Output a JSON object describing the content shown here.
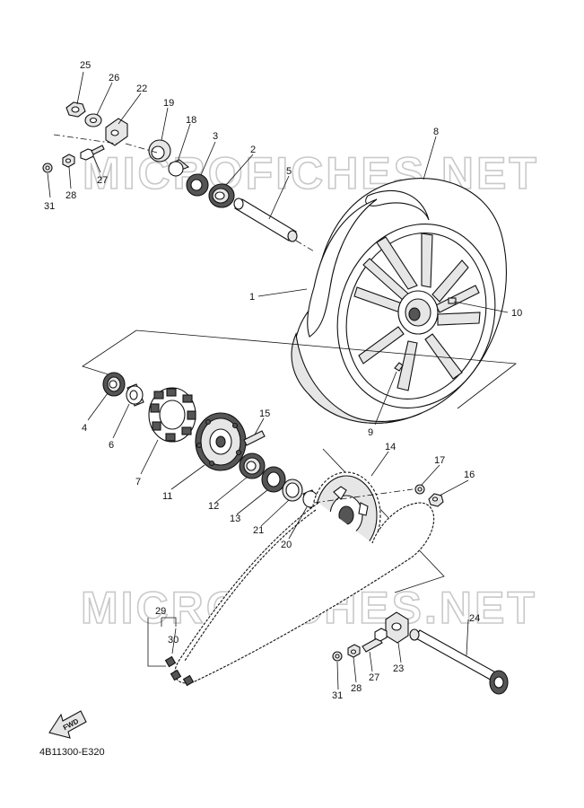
{
  "watermark": "MICROFICHES.NET",
  "diagram_code": "4B11300-E320",
  "fwd_label": "FWD",
  "callouts": [
    {
      "id": "c25",
      "text": "25"
    },
    {
      "id": "c26",
      "text": "26"
    },
    {
      "id": "c22",
      "text": "22"
    },
    {
      "id": "c19",
      "text": "19"
    },
    {
      "id": "c18",
      "text": "18"
    },
    {
      "id": "c3",
      "text": "3"
    },
    {
      "id": "c2",
      "text": "2"
    },
    {
      "id": "c5",
      "text": "5"
    },
    {
      "id": "c8",
      "text": "8"
    },
    {
      "id": "c31a",
      "text": "31"
    },
    {
      "id": "c28a",
      "text": "28"
    },
    {
      "id": "c27a",
      "text": "27"
    },
    {
      "id": "c1",
      "text": "1"
    },
    {
      "id": "c10",
      "text": "10"
    },
    {
      "id": "c9",
      "text": "9"
    },
    {
      "id": "c4",
      "text": "4"
    },
    {
      "id": "c6",
      "text": "6"
    },
    {
      "id": "c7",
      "text": "7"
    },
    {
      "id": "c11",
      "text": "11"
    },
    {
      "id": "c15",
      "text": "15"
    },
    {
      "id": "c12",
      "text": "12"
    },
    {
      "id": "c13",
      "text": "13"
    },
    {
      "id": "c21",
      "text": "21"
    },
    {
      "id": "c20",
      "text": "20"
    },
    {
      "id": "c14",
      "text": "14"
    },
    {
      "id": "c17",
      "text": "17"
    },
    {
      "id": "c16",
      "text": "16"
    },
    {
      "id": "c29",
      "text": "29"
    },
    {
      "id": "c30",
      "text": "30"
    },
    {
      "id": "c24",
      "text": "24"
    },
    {
      "id": "c23",
      "text": "23"
    },
    {
      "id": "c27b",
      "text": "27"
    },
    {
      "id": "c28b",
      "text": "28"
    },
    {
      "id": "c31b",
      "text": "31"
    }
  ]
}
